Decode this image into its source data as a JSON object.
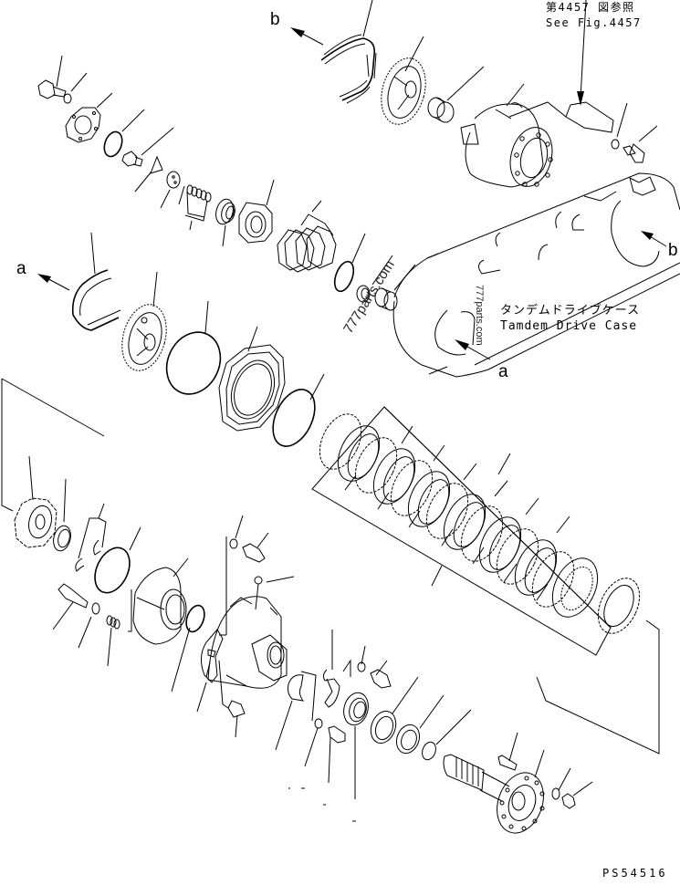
{
  "diagram": {
    "type": "exploded parts diagram",
    "reference_note": {
      "japanese": "第4457 図参照",
      "english": "See Fig.4457"
    },
    "assembly_label": {
      "japanese": "タンデムドライブケース",
      "english": "Tamdem Drive Case"
    },
    "callout_letters": {
      "b_top": "b",
      "a_left": "a",
      "b_right": "b",
      "a_bottom": "a"
    },
    "watermark": "777parts.com",
    "figure_code": "PS54516",
    "stroke_color": "#000000",
    "background_color": "#ffffff",
    "parts": [
      {
        "name": "chain-b"
      },
      {
        "name": "sprocket-upper"
      },
      {
        "name": "bushing-upper"
      },
      {
        "name": "final-drive-hub"
      },
      {
        "name": "guard-bracket"
      },
      {
        "name": "washer-upper-right"
      },
      {
        "name": "bolt-upper-right"
      },
      {
        "name": "tandem-drive-case"
      },
      {
        "name": "bolt-upper-left"
      },
      {
        "name": "washer-upper-left"
      },
      {
        "name": "cover-plate"
      },
      {
        "name": "o-ring-small"
      },
      {
        "name": "plug"
      },
      {
        "name": "shim-plate"
      },
      {
        "name": "retainer-disc"
      },
      {
        "name": "spring-set"
      },
      {
        "name": "bearing-small"
      },
      {
        "name": "bearing-cage"
      },
      {
        "name": "shim-set"
      },
      {
        "name": "o-ring-mid"
      },
      {
        "name": "seal-ring"
      },
      {
        "name": "bushing-mid"
      },
      {
        "name": "chain-a"
      },
      {
        "name": "sprocket-lower"
      },
      {
        "name": "o-ring-large-1"
      },
      {
        "name": "retainer-ring-large"
      },
      {
        "name": "o-ring-large-2"
      },
      {
        "name": "clutch-disc-pack"
      },
      {
        "name": "spline-gear"
      },
      {
        "name": "bearing-lower"
      },
      {
        "name": "snap-ring-set"
      },
      {
        "name": "o-ring-lower"
      },
      {
        "name": "piston"
      },
      {
        "name": "bolt-lower-left"
      },
      {
        "name": "washer-lower-left"
      },
      {
        "name": "spring-lower"
      },
      {
        "name": "o-ring-piston"
      },
      {
        "name": "housing"
      },
      {
        "name": "breather"
      },
      {
        "name": "washer-housing"
      },
      {
        "name": "bolt-housing"
      },
      {
        "name": "plate-guard"
      },
      {
        "name": "lock-plate"
      },
      {
        "name": "washer-lower-mid"
      },
      {
        "name": "bolt-lower-mid"
      },
      {
        "name": "bearing-taper"
      },
      {
        "name": "seal-outer"
      },
      {
        "name": "seal-inner"
      },
      {
        "name": "o-ring-shaft"
      },
      {
        "name": "drive-shaft-flange"
      },
      {
        "name": "stud-bolt"
      },
      {
        "name": "washer-flange"
      },
      {
        "name": "nut-flange"
      }
    ]
  }
}
